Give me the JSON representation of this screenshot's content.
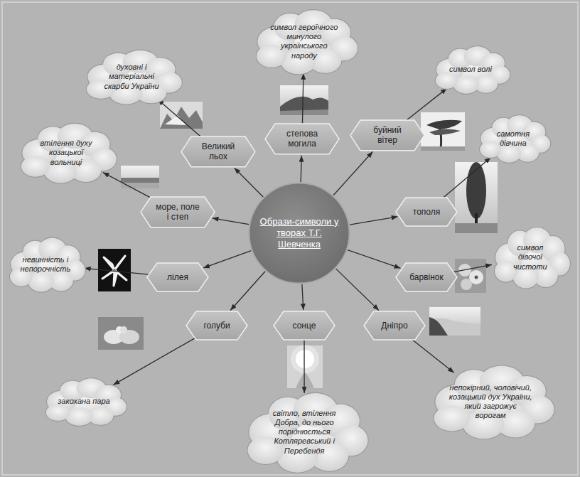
{
  "diagram": {
    "nodes": [
      {
        "text": [
          "Образи-символи у творах Т.Г. Шевченка"
        ]
      },
      {
        "text": [
          "символ героїчного минулого українського народу"
        ]
      },
      {
        "text": [
          "духовні і матеріальні скарби України"
        ]
      },
      {
        "text": [
          "символ волі"
        ]
      },
      {
        "text": [
          "самотня дівчина"
        ]
      },
      {
        "text": [
          "Великий льох"
        ]
      },
      {
        "text": [
          "степова могила"
        ]
      },
      {
        "text": [
          "буйний вітер"
        ]
      },
      {
        "text": [
          "втілення духу козацької вольниці"
        ]
      },
      {
        "text": [
          "море, поле і степ"
        ]
      },
      {
        "text": [
          "тополя"
        ]
      },
      {
        "text": [
          "символ дівочої чистоти"
        ]
      },
      {
        "text": [
          "невинність і непорочність"
        ]
      },
      {
        "text": [
          "лілея"
        ]
      },
      {
        "text": [
          "барвінок"
        ]
      },
      {
        "text": [
          "голуби"
        ]
      },
      {
        "text": [
          "сонце"
        ]
      },
      {
        "text": [
          "Дніпро"
        ]
      },
      {
        "text": [
          "закохана пара"
        ]
      },
      {
        "text": [
          "непокірний, чоловічий, козацький дух України, який загрожує ворогам"
        ]
      },
      {
        "text": [
          "світло, втілення Добра, до нього поріднюється Котляревський і Перебендя"
        ]
      }
    ],
    "edges": [
      {
        "from": 0,
        "to": 5,
        "arrow": "to"
      },
      {
        "from": 0,
        "to": 6,
        "arrow": "to"
      },
      {
        "from": 0,
        "to": 7,
        "arrow": "to"
      },
      {
        "from": 0,
        "to": 9,
        "arrow": "to"
      },
      {
        "from": 0,
        "to": 10,
        "arrow": "to"
      },
      {
        "from": 0,
        "to": 13,
        "arrow": "to"
      },
      {
        "from": 0,
        "to": 14,
        "arrow": "to"
      },
      {
        "from": 0,
        "to": 15,
        "arrow": "to"
      },
      {
        "from": 0,
        "to": 16,
        "arrow": "to"
      },
      {
        "from": 0,
        "to": 17,
        "arrow": "to"
      },
      {
        "from": 5,
        "to": 2,
        "arrow": "to"
      },
      {
        "from": 6,
        "to": 1,
        "arrow": "to"
      },
      {
        "from": 7,
        "to": 3,
        "arrow": "to"
      },
      {
        "from": 10,
        "to": 4,
        "arrow": "to"
      },
      {
        "from": 9,
        "to": 8,
        "arrow": "to"
      },
      {
        "from": 14,
        "to": 11,
        "arrow": "to"
      },
      {
        "from": 13,
        "to": 12,
        "arrow": "to"
      },
      {
        "from": 15,
        "to": 18,
        "arrow": "to"
      },
      {
        "from": 16,
        "to": 20,
        "arrow": "to"
      },
      {
        "from": 17,
        "to": 19,
        "arrow": "to"
      }
    ]
  }
}
